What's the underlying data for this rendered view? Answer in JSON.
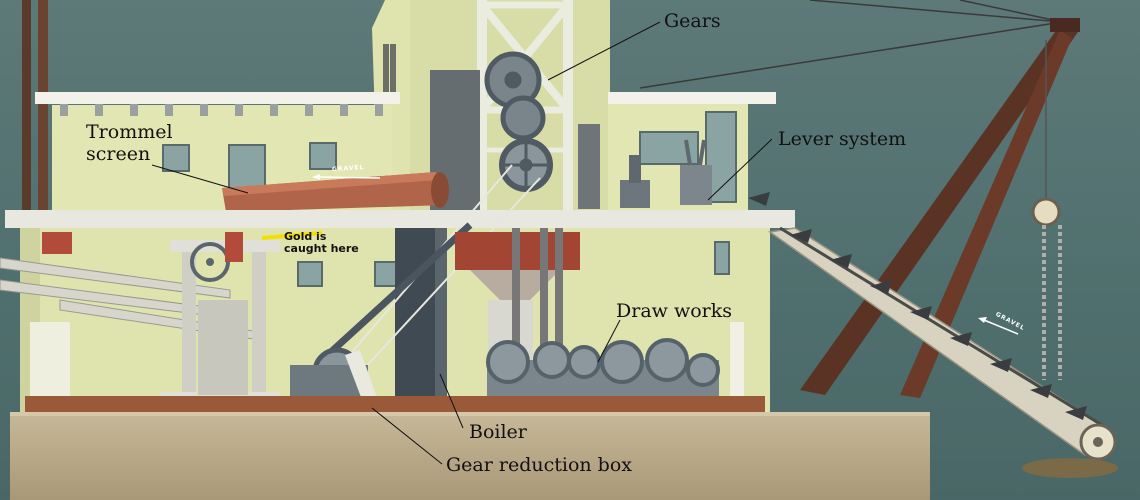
{
  "labels": {
    "gears": "Gears",
    "trommel_screen": "Trommel\nscreen",
    "lever_system": "Lever system",
    "gold_caught": "Gold is\ncaught here",
    "draw_works": "Draw works",
    "boiler": "Boiler",
    "gear_reduction_box": "Gear reduction box",
    "gravel_trommel": "GRAVEL",
    "gravel_ladder": "GRAVEL"
  },
  "colors": {
    "water": "#4f6d6c",
    "wall": "#e4e8b6",
    "hull": "#b8a888",
    "floor": "#9a5a3a",
    "machinery": "#737e86",
    "ladder_rust": "#6b3a28",
    "gold_highlight": "#f2e100"
  }
}
